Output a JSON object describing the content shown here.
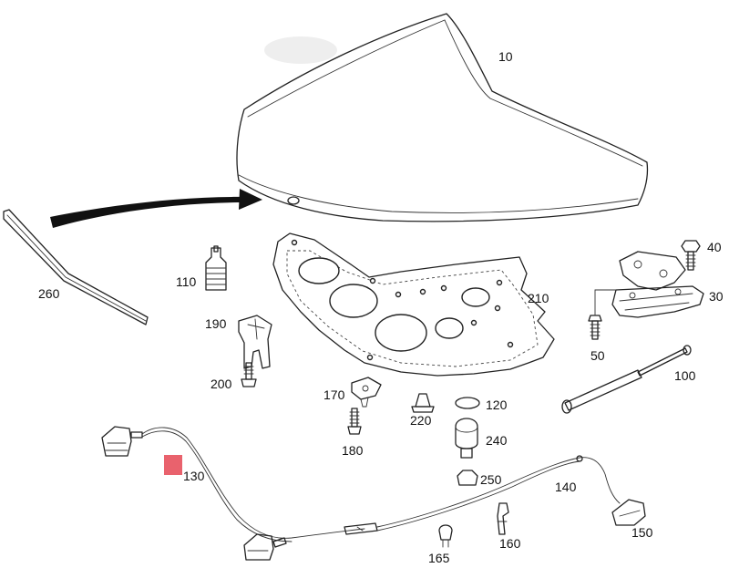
{
  "diagram": {
    "labels": {
      "hood": "10",
      "hood_lock_right": "30",
      "bolt_top": "40",
      "bolt": "50",
      "gas_strut": "100",
      "bumper_spring": "110",
      "grommet": "120",
      "release_cable": "130",
      "cable_front": "140",
      "release_handle": "150",
      "cable_clip": "160",
      "clip_165": "165",
      "catch_hook": "170",
      "screw_180": "180",
      "safety_catch": "190",
      "screw_200": "200",
      "insulation_mat": "210",
      "clip_220": "220",
      "rubber_stop": "240",
      "nut_250": "250",
      "seal_strip": "260"
    },
    "highlight_color": "#e9626d"
  }
}
